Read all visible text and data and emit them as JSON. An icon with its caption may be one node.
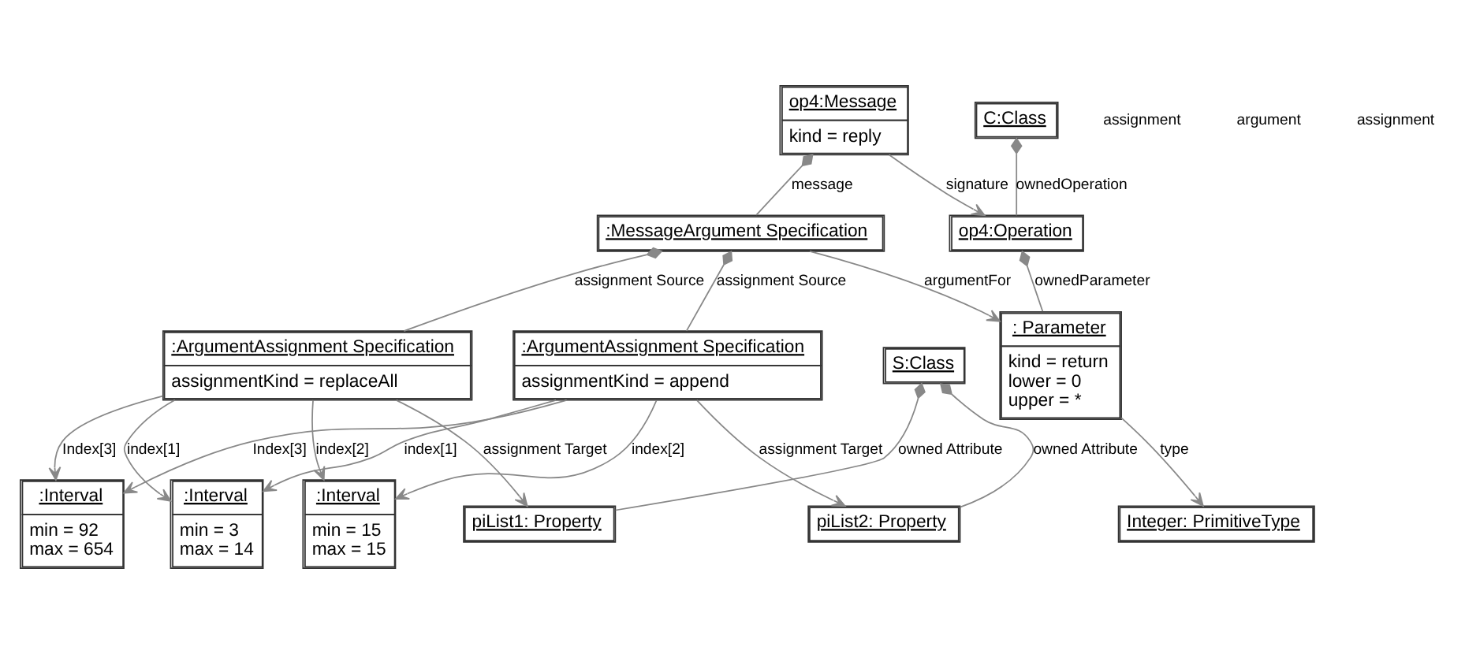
{
  "diagram": {
    "nodes": [
      {
        "text": [
          "C:Class"
        ]
      },
      {
        "text": [
          "op4:Message",
          "kind = reply"
        ]
      },
      {
        "text": [
          ":ArgumentAssignment Specification",
          "assignmentKind = replaceAll"
        ]
      },
      {
        "text": [
          "op4:Operation"
        ]
      },
      {
        "text": [
          "piList1: Property"
        ]
      },
      {
        "text": [
          ":MessageArgument Specification"
        ]
      },
      {
        "text": [
          ":Interval",
          "min = 3",
          "max = 14"
        ]
      },
      {
        "text": [
          ":Interval",
          "min = 15",
          "max = 15"
        ]
      },
      {
        "text": [
          ":Interval",
          "min = 92",
          "max = 654"
        ]
      },
      {
        "text": [
          "S:Class"
        ]
      },
      {
        "text": [
          ": Parameter",
          "kind = return",
          "lower = 0",
          "upper = *"
        ]
      },
      {
        "text": [
          "piList2: Property"
        ]
      },
      {
        "text": [
          "Integer: PrimitiveType"
        ]
      },
      {
        "text": [
          ":ArgumentAssignment Specification",
          "assignmentKind = append"
        ]
      }
    ],
    "edges": [
      {
        "from": 0,
        "to": 3,
        "arrow": "other",
        "label": "ownedOperation"
      },
      {
        "from": 1,
        "to": 3,
        "arrow": "to",
        "label": "signature"
      },
      {
        "from": 1,
        "to": 5,
        "arrow": "other",
        "label": "message"
      },
      {
        "from": 3,
        "to": 10,
        "arrow": "other",
        "label": "ownedParameter"
      },
      {
        "from": 5,
        "to": 10,
        "arrow": "to",
        "label": "argumentFor"
      },
      {
        "from": 10,
        "to": 12,
        "arrow": "to",
        "label": "type"
      },
      {
        "from": 5,
        "to": 2,
        "arrow": "other",
        "label": "assignment Source"
      },
      {
        "from": 5,
        "to": 13,
        "arrow": "other",
        "label": "assignment Source"
      },
      {
        "from": 2,
        "to": 6,
        "arrow": "to",
        "label": "index[1]"
      },
      {
        "from": 2,
        "to": 7,
        "arrow": "to",
        "label": "index[2]"
      },
      {
        "from": 2,
        "to": 8,
        "arrow": "to",
        "label": "Index[3]"
      },
      {
        "from": 13,
        "to": 6,
        "arrow": "to",
        "label": "index[1]"
      },
      {
        "from": 13,
        "to": 7,
        "arrow": "to",
        "label": "index[2]"
      },
      {
        "from": 13,
        "to": 8,
        "arrow": "to",
        "label": "Index[3]"
      },
      {
        "from": 2,
        "to": 4,
        "arrow": "to",
        "label": "assignment Target"
      },
      {
        "from": 9,
        "to": 4,
        "arrow": "other",
        "label": "owned Attribute"
      },
      {
        "from": 9,
        "to": 11,
        "arrow": "other",
        "label": "owned Attribute"
      },
      {
        "from": 13,
        "to": 11,
        "arrow": "to",
        "label": "assignment Target"
      }
    ],
    "labels": [
      "assignment",
      "argument",
      "assignment"
    ]
  }
}
